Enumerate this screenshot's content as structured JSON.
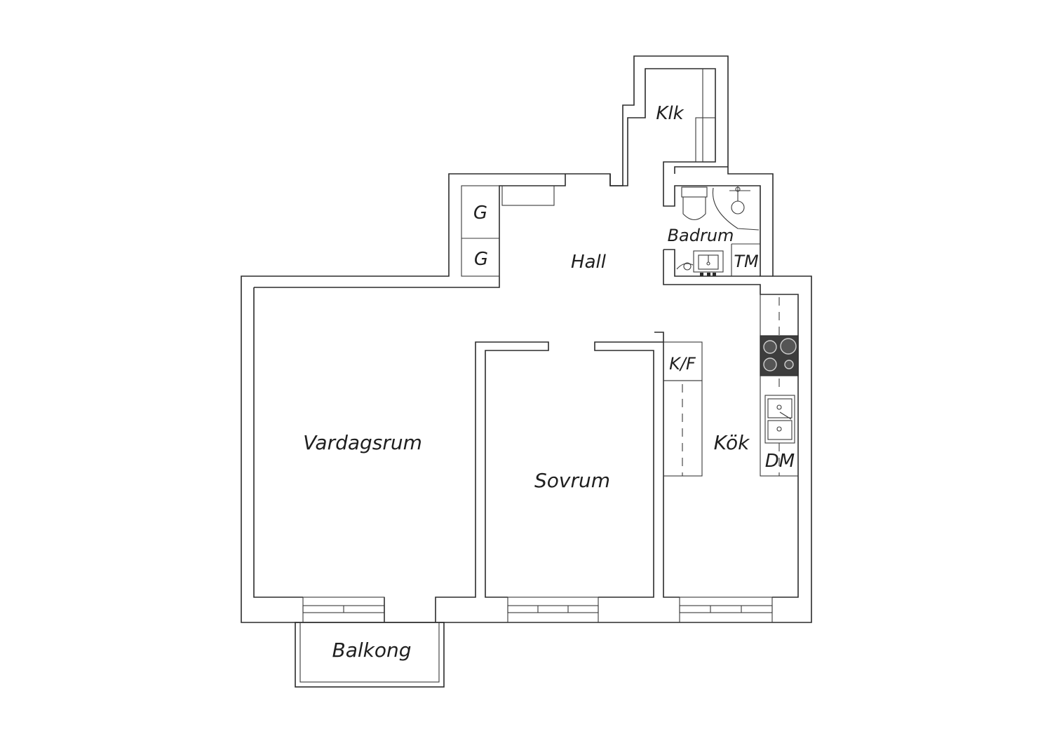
{
  "rooms": {
    "klk": "Klk",
    "g1": "G",
    "g2": "G",
    "hall": "Hall",
    "badrum": "Badrum",
    "tm": "TM",
    "kf": "K/F",
    "vardagsrum": "Vardagsrum",
    "sovrum": "Sovrum",
    "kok": "Kök",
    "dm": "DM",
    "balkong": "Balkong"
  },
  "colors": {
    "wall": "#2b2b2b",
    "stove": "#3d3d3d",
    "background": "#ffffff"
  },
  "icons": {
    "stove": "stove-icon",
    "sink": "sink-icon",
    "toilet": "toilet-icon",
    "shower": "shower-icon",
    "washbasin": "washbasin-icon"
  }
}
